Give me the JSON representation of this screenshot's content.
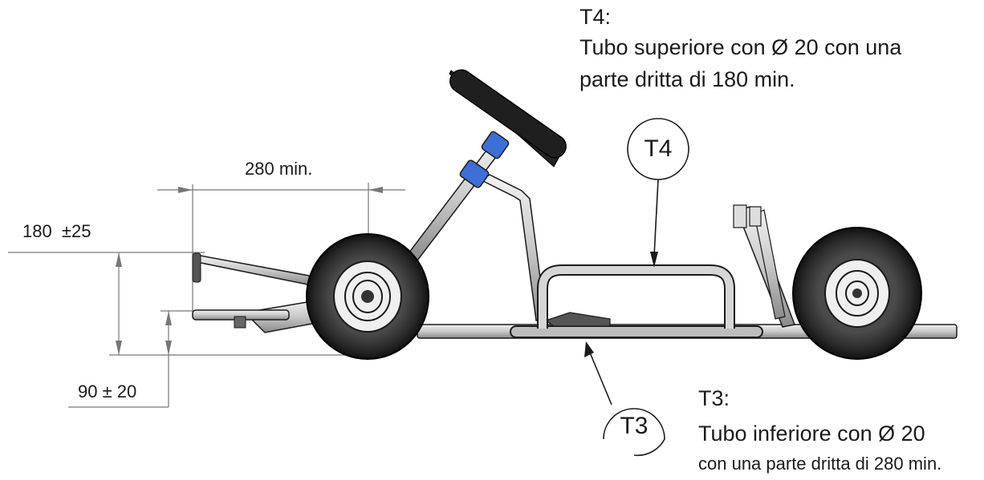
{
  "annotations": {
    "t4": {
      "title": "T4:",
      "line1": "Tubo superiore con Ø 20 con una",
      "line2": "parte dritta di 180 min."
    },
    "t3": {
      "title": "T3:",
      "line1": "Tubo inferiore con Ø 20",
      "line2": "con una parte dritta di 280 min."
    }
  },
  "callouts": {
    "t4": "T4",
    "t3": "T3"
  },
  "dimensions": {
    "pedal_length": "280 min.",
    "pedal_height": "180  ±25",
    "footrest_height": "90 ± 20"
  },
  "colors": {
    "steering_column": "#3d6fd6",
    "line": "#1a1a1a",
    "dim_line": "#777777",
    "tube_fill": "#d9d9d9",
    "tire": "#2b2b2b"
  }
}
